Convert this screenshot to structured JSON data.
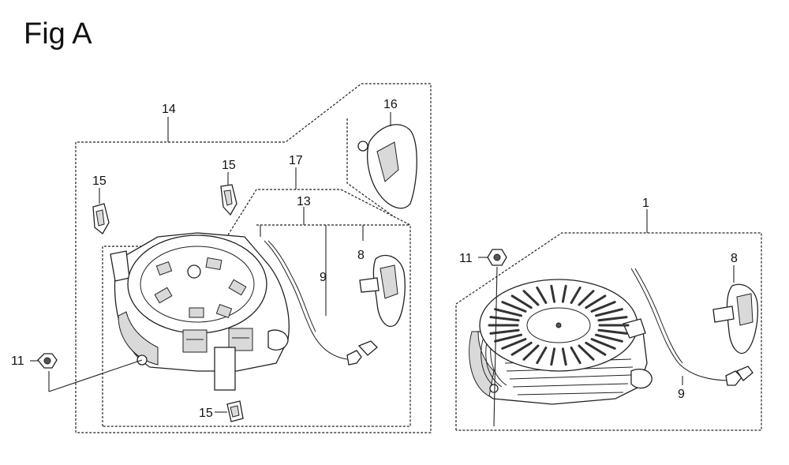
{
  "figure": {
    "title": "Fig A"
  },
  "callouts": {
    "c1": "1",
    "c8a": "8",
    "c8b": "8",
    "c9a": "9",
    "c9b": "9",
    "c11a": "11",
    "c11b": "11",
    "c13": "13",
    "c14": "14",
    "c15a": "15",
    "c15b": "15",
    "c15c": "15",
    "c16": "16",
    "c17": "17"
  }
}
